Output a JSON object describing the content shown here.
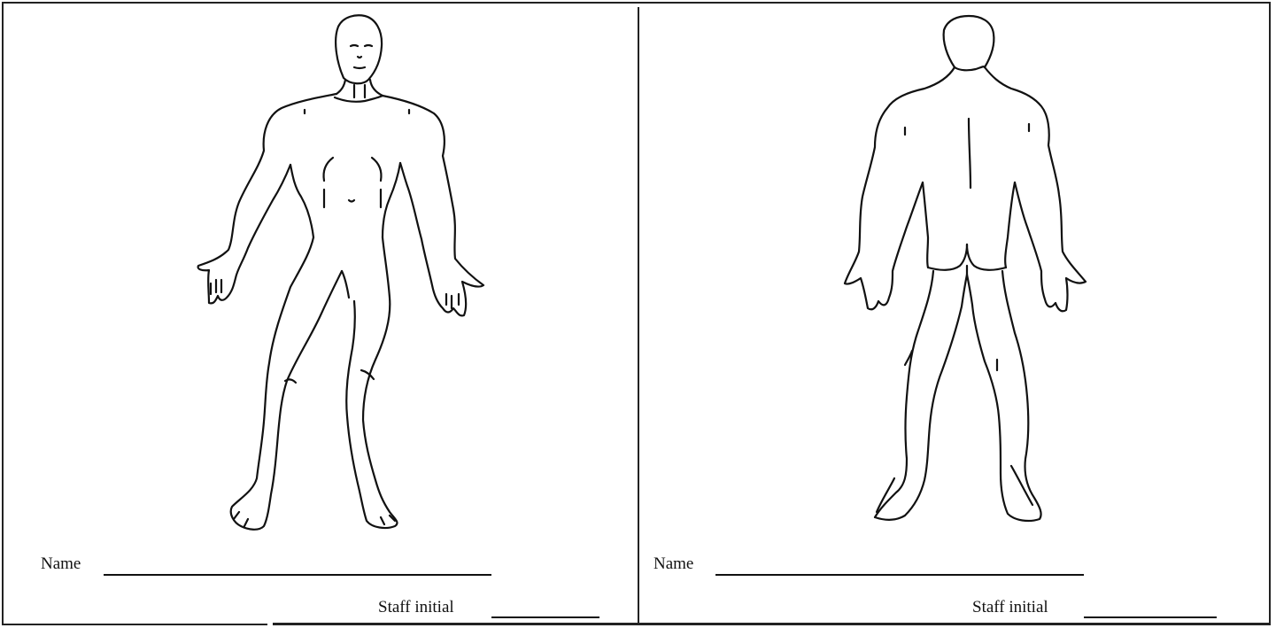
{
  "front_panel": {
    "name_label": "Name",
    "staff_initial_label": "Staff initial",
    "figure_icon": "body-outline-front-icon"
  },
  "back_panel": {
    "name_label": "Name",
    "staff_initial_label": "Staff initial",
    "figure_icon": "body-outline-back-icon"
  }
}
